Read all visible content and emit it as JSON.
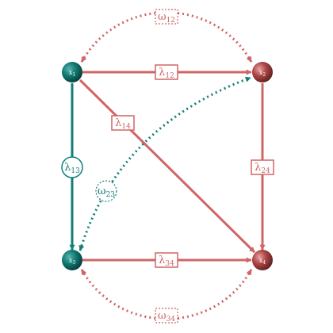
{
  "colors": {
    "red": "#d06565",
    "teal": "#107f78",
    "red_node": "#a84040",
    "teal_node": "#0d5f5a"
  },
  "nodes": {
    "x1": {
      "base": "x",
      "sub": "1"
    },
    "x2": {
      "base": "x",
      "sub": "2"
    },
    "x3": {
      "base": "x",
      "sub": "3"
    },
    "x4": {
      "base": "x",
      "sub": "4"
    }
  },
  "labels": {
    "l12": {
      "base": "λ",
      "sub": "12"
    },
    "l14": {
      "base": "λ",
      "sub": "14"
    },
    "l13": {
      "base": "λ",
      "sub": "13"
    },
    "l24": {
      "base": "λ",
      "sub": "24"
    },
    "l34": {
      "base": "λ",
      "sub": "34"
    },
    "w12": {
      "base": "ω",
      "sub": "12"
    },
    "w23": {
      "base": "ω",
      "sub": "23"
    },
    "w34": {
      "base": "ω",
      "sub": "34"
    }
  }
}
